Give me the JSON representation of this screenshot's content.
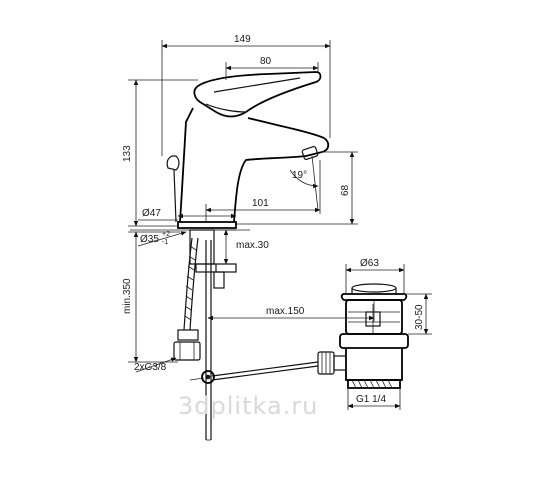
{
  "dimensions": {
    "width_total": "149",
    "lever_width": "80",
    "height": "133",
    "spout_angle": "19°",
    "spout_reach": "101",
    "spout_height": "68",
    "base_diameter": "Ø47",
    "hole_diameter": "Ø35",
    "hole_tol_plus": "+2",
    "hole_tol_minus": "-1",
    "deck_thickness": "max.30",
    "hose_length": "min.350",
    "rod_length": "max.150",
    "connection": "2xG3/8",
    "waste_diameter": "Ø63",
    "waste_height": "30-50",
    "waste_thread": "G1 1/4"
  },
  "watermark": "3dplitka.ru"
}
